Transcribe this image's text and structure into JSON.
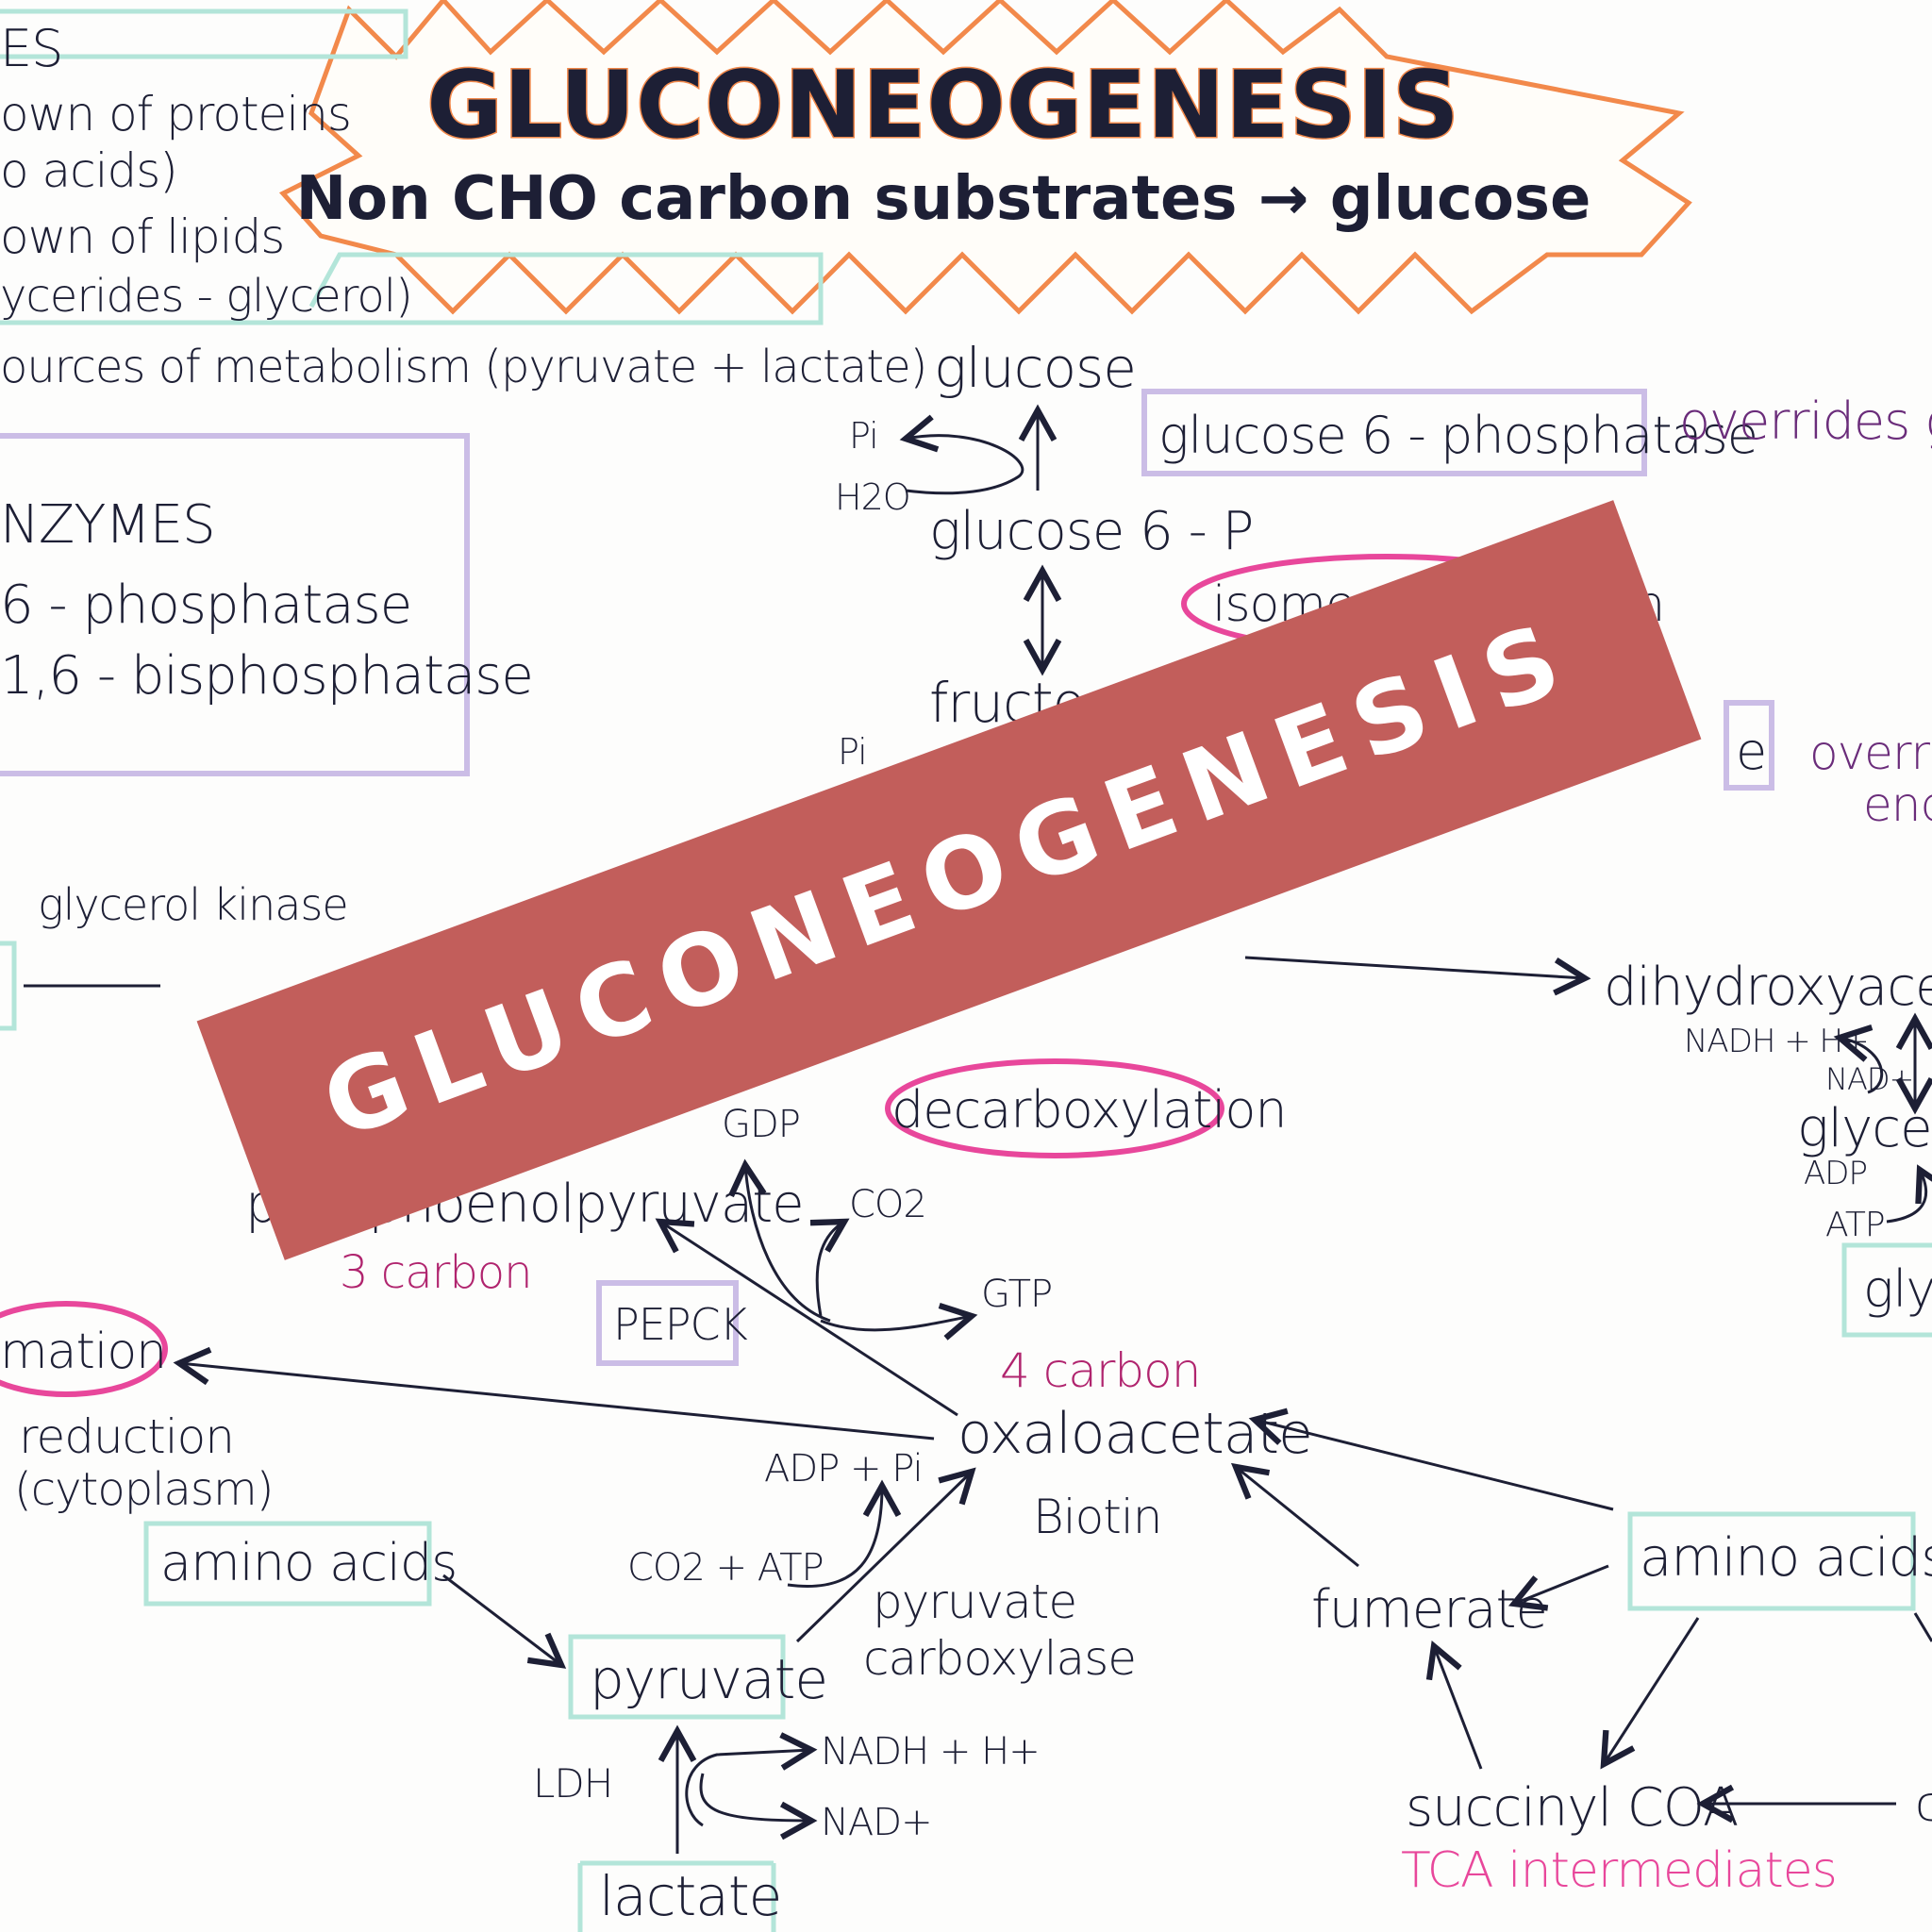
{
  "title": {
    "heading": "GLUCONEOGENESIS",
    "subtitle": "Non CHO carbon substrates → glucose"
  },
  "sources_box": {
    "lines": [
      "ES",
      "own of proteins",
      "o acids)",
      "own of lipids",
      "ycerides - glycerol)",
      "ources of metabolism (pyruvate + lactate)"
    ]
  },
  "enzymes_box": {
    "lines": [
      "NZYMES",
      "6 - phosphatase",
      "1,6 - bisphosphatase"
    ]
  },
  "pathway_top": {
    "glucose": "glucose",
    "pi": "Pi",
    "h2o": "H2O",
    "glucose6p": "glucose 6 - P",
    "g6pase_box": "glucose 6 - phosphatase",
    "overrides_1": "overrides g",
    "isomerase": "isomerase reaction",
    "fructose": "fructose 1,6 - P",
    "pi2": "Pi",
    "partial_e": "e",
    "overrides_2": "overri",
    "end_2": "end"
  },
  "glycerol_area": {
    "glycerol_kinase": "glycerol kinase",
    "dhap": "dihydroxyaceton",
    "nadh_h": "NADH + H+",
    "nad": "NAD+",
    "glycerol": "glycero",
    "adp": "ADP",
    "atp": "ATP",
    "glyc_box": "glyc"
  },
  "middle": {
    "decarboxylation": "decarboxylation",
    "gdp": "GDP",
    "co2": "CO2",
    "gtp": "GTP",
    "pep": "phosphoenolpyruvate",
    "pep_carbon": "3 carbon",
    "pepck": "PEPCK",
    "mation": "mation",
    "reduction_1": "reduction",
    "reduction_2": "(cytoplasm)",
    "four_carbon": "4 carbon",
    "oaa": "oxaloacetate",
    "adp_pi": "ADP + Pi",
    "biotin": "Biotin",
    "co2_atp": "CO2 + ATP",
    "pyruvate_carboxylase_1": "pyruvate",
    "pyruvate_carboxylase_2": "carboxylase"
  },
  "bottom": {
    "amino_acids_left": "amino acids",
    "pyruvate": "pyruvate",
    "ldh": "LDH",
    "nadh_h": "NADH + H+",
    "nad": "NAD+",
    "lactate": "lactate",
    "fumerate": "fumerate",
    "amino_acids_right": "amino acids",
    "succinyl": "succinyl COA",
    "tca": "TCA intermediates",
    "partial_c": "c"
  },
  "banner": {
    "text": "GLUCONEOGENESIS",
    "color": "#c25e5b",
    "text_color": "#ffffff"
  },
  "colors": {
    "ink": "#1d1f35",
    "orange": "#f2894b",
    "teal": "#b3e5d9",
    "lavender": "#cbbde6",
    "pink": "#e8479b",
    "magenta": "#b0246e",
    "purple_text": "#6a2c7a"
  }
}
